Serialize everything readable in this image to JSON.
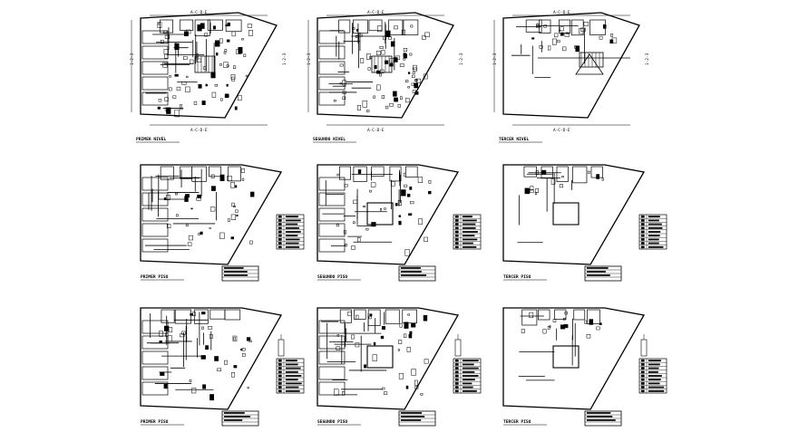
{
  "sheet": {
    "title": "",
    "background": "#ffffff",
    "ink": "#000000"
  },
  "plans": [
    {
      "row": "architectural",
      "column": "level-1",
      "caption": "PRIMER NIVEL",
      "axis_labels": [
        "A-C-D-E",
        "A-C-D-E",
        "1-2-3",
        "1-2-3"
      ]
    },
    {
      "row": "architectural",
      "column": "level-2",
      "caption": "SEGUNDO NIVEL",
      "axis_labels": [
        "A-C-D-E",
        "A-C-D-E",
        "1-2-3",
        "1-2-3"
      ]
    },
    {
      "row": "architectural",
      "column": "level-3",
      "caption": "TERCER NIVEL",
      "axis_labels": [
        "A-C-D-E",
        "A-C-D-E",
        "1-2-3",
        "1-2-3"
      ]
    },
    {
      "row": "installations-a",
      "column": "level-1",
      "caption": "PRIMER PISO"
    },
    {
      "row": "installations-a",
      "column": "level-2",
      "caption": "SEGUNDO PISO"
    },
    {
      "row": "installations-a",
      "column": "level-3",
      "caption": "TERCER PISO"
    },
    {
      "row": "installations-b",
      "column": "level-1",
      "caption": "PRIMER PISO"
    },
    {
      "row": "installations-b",
      "column": "level-2",
      "caption": "SEGUNDO PISO"
    },
    {
      "row": "installations-b",
      "column": "level-3",
      "caption": "TERCER PISO"
    }
  ]
}
